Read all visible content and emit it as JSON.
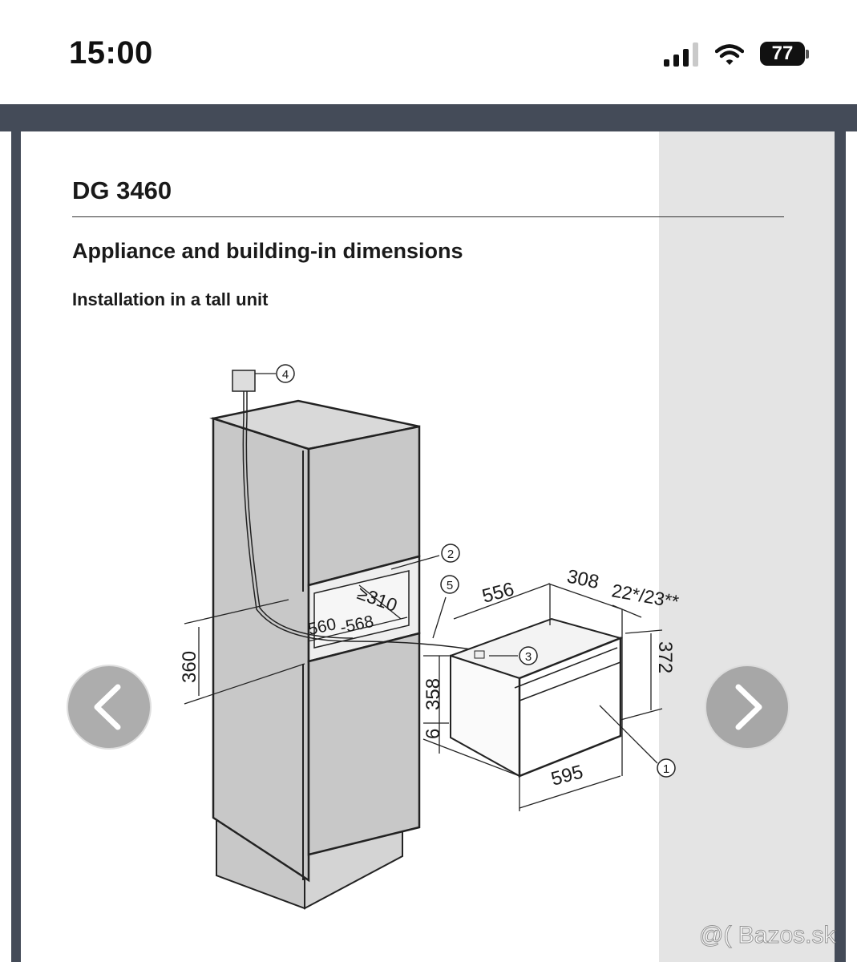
{
  "status_bar": {
    "time": "15:00",
    "battery_percent": "77",
    "signal_bars_active": 3,
    "signal_bars_total": 4,
    "icons": [
      "signal-icon",
      "wifi-icon",
      "battery-icon"
    ]
  },
  "document": {
    "title": "DG 3460",
    "heading": "Appliance and building-in dimensions",
    "subheading": "Installation in a tall unit"
  },
  "diagram": {
    "callouts": [
      "1",
      "2",
      "3",
      "4",
      "5"
    ],
    "dim_niche_height": "360",
    "dim_niche_depth": "≥310",
    "dim_niche_width_a": "560",
    "dim_niche_width_b": "-568",
    "dim_depth": "556",
    "dim_front": "308",
    "dim_front_offset": "22*/23**",
    "dim_height_total": "372",
    "dim_body_height": "358",
    "dim_foot": "6",
    "dim_width": "595"
  },
  "navigation": {
    "prev_icon": "chevron-left-icon",
    "next_icon": "chevron-right-icon"
  },
  "watermark": "@( Bazos.sk",
  "colors": {
    "frame": "#444b58",
    "margin_panel": "#e4e4e4",
    "cabinet_fill": "#c8c8c8",
    "nav_button": "#969696"
  }
}
